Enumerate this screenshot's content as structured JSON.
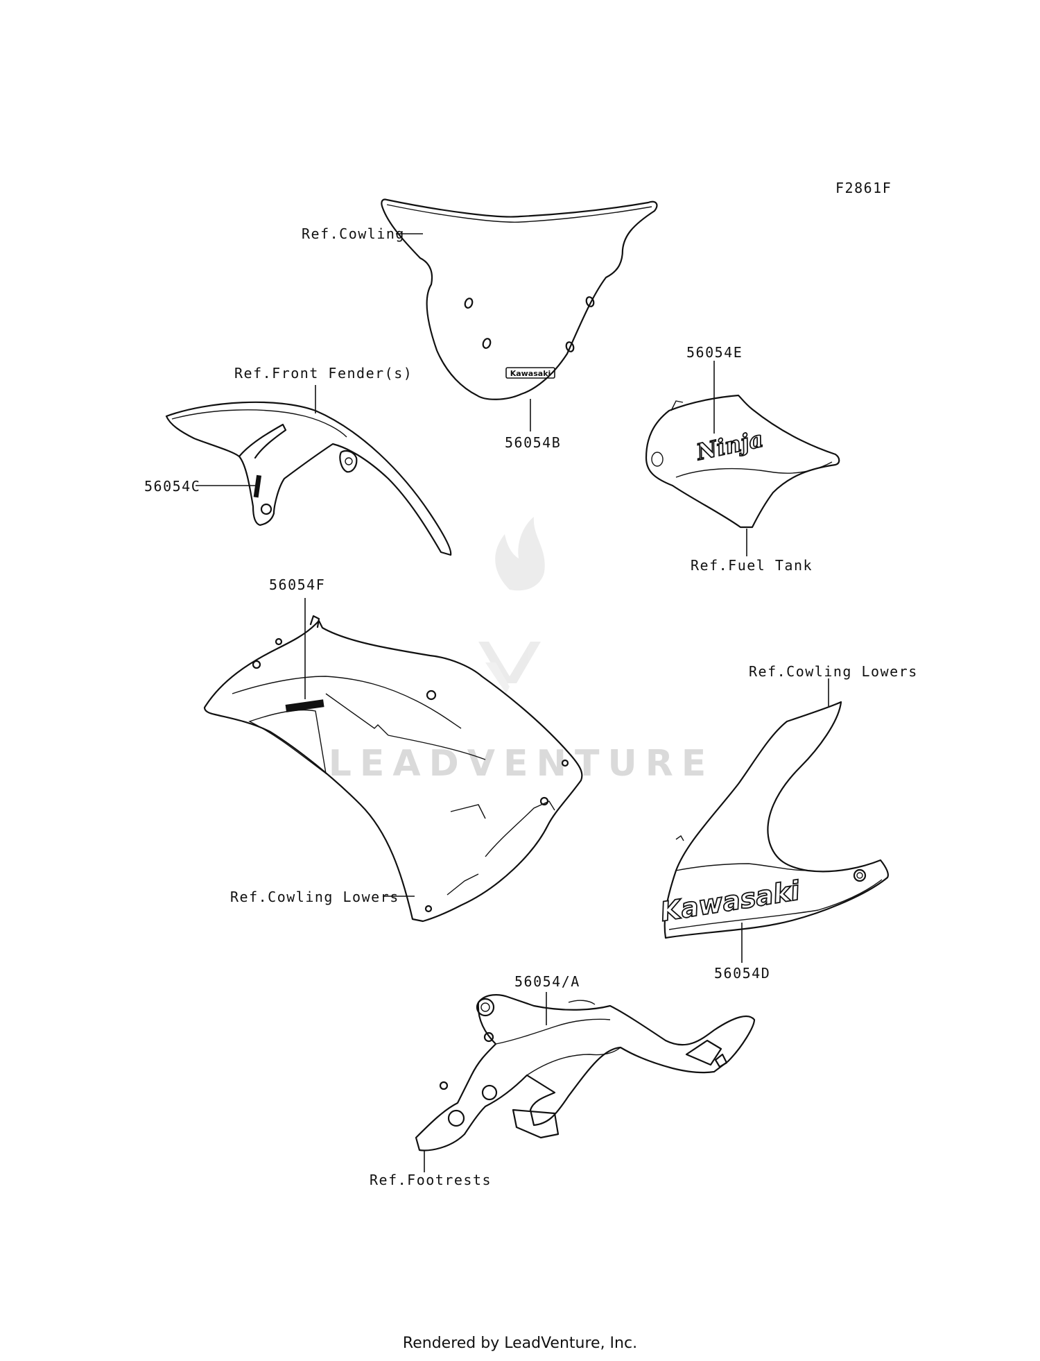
{
  "diagram_code": "F2861F",
  "labels": {
    "ref_cowling": "Ref.Cowling",
    "ref_front_fender": "Ref.Front Fender(s)",
    "part_56054c": "56054C",
    "part_56054b": "56054B",
    "part_56054e": "56054E",
    "ref_fuel_tank": "Ref.Fuel Tank",
    "part_56054f": "56054F",
    "ref_cowling_lowers_right": "Ref.Cowling Lowers",
    "ref_cowling_lowers_left": "Ref.Cowling Lowers",
    "part_56054d": "56054D",
    "part_56054a": "56054/A",
    "ref_footrests": "Ref.Footrests"
  },
  "decals": {
    "windscreen": "Kawasaki",
    "tank": "Ninja",
    "lower_cowl": "Kawasaki"
  },
  "watermark": "LEADVENTURE",
  "footer": "Rendered by LeadVenture, Inc."
}
